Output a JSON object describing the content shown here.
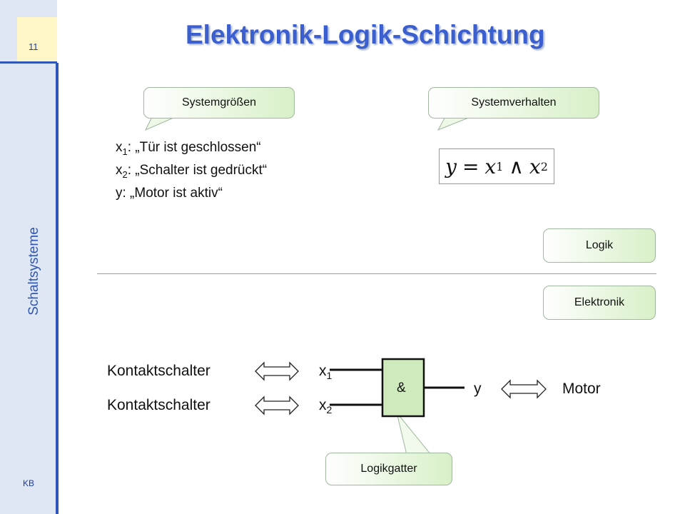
{
  "sidebar": {
    "page_number": "11",
    "section": "Schaltsysteme",
    "author": "KB"
  },
  "slide": {
    "title": "Elektronik-Logik-Schichtung"
  },
  "callouts": {
    "systemgroessen": "Systemgrößen",
    "systemverhalten": "Systemverhalten",
    "logik": "Logik",
    "elektronik": "Elektronik",
    "logikgatter": "Logikgatter"
  },
  "definitions": [
    {
      "var": "x",
      "sub": "1",
      "text": ": „Tür ist geschlossen“"
    },
    {
      "var": "x",
      "sub": "2",
      "text": ": „Schalter ist gedrückt“"
    },
    {
      "var": "y",
      "sub": "",
      "text": ":  „Motor ist aktiv“"
    }
  ],
  "formula": {
    "lhs": "y",
    "eq": "=",
    "x1": "x",
    "x1_sub": "1",
    "op": "∧",
    "x2": "x",
    "x2_sub": "2"
  },
  "circuit": {
    "switch1": "Kontaktschalter",
    "switch2": "Kontaktschalter",
    "in1_var": "x",
    "in1_sub": "1",
    "in2_var": "x",
    "in2_sub": "2",
    "gate_symbol": "&",
    "output": "y",
    "actuator": "Motor"
  },
  "colors": {
    "accent_blue": "#2f56b8",
    "title_blue": "#3b5fce",
    "callout_green": "#d8f0c8",
    "divider_green": "#88b070"
  }
}
